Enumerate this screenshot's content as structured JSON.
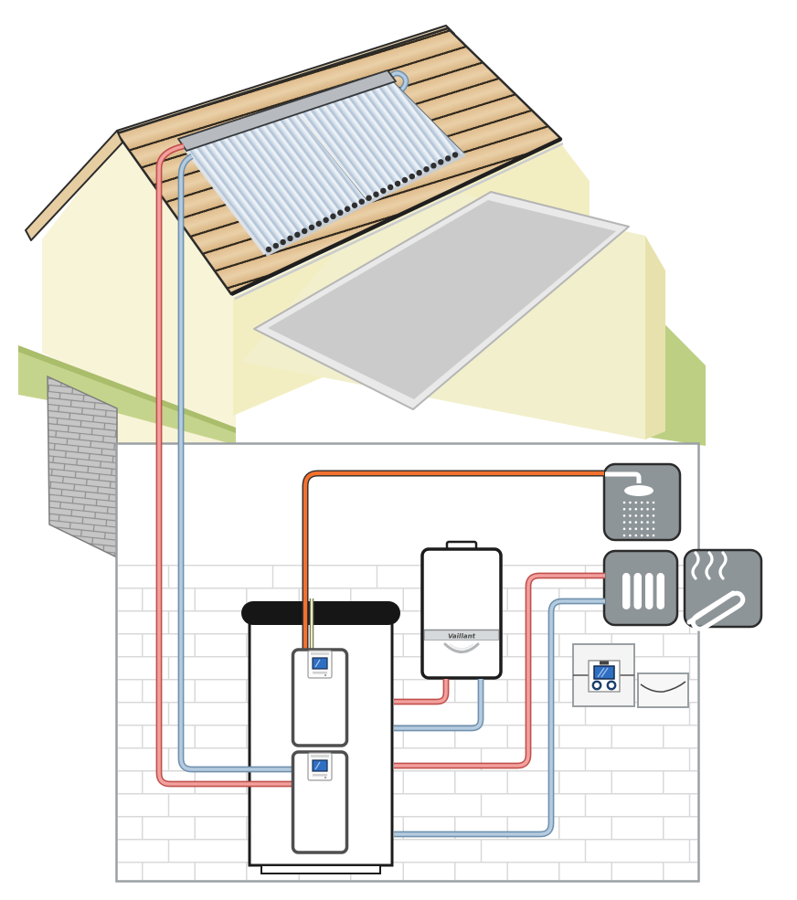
{
  "illustration": {
    "boiler": {
      "brand": "Vaillant"
    },
    "component_names": {
      "roof_collector": "vacuum-tube-collector",
      "flat_collector": "flat-plate-collector",
      "tank": "solar-storage-tank",
      "boiler": "wall-hung-gas-boiler",
      "controller": "system-controller",
      "sensor_box": "wall-sensor"
    },
    "icons": [
      "shower-icon",
      "radiator-icon",
      "underfloor-heating-icon"
    ],
    "colors": {
      "solar_flow_edge": "#c0504b",
      "solar_flow_core": "#f2a09e",
      "return_edge": "#7091ad",
      "return_core": "#b4cbe0",
      "dhw_edge": "#2e2e2e",
      "dhw_core": "#f2712e",
      "anode_core": "#ecedbc",
      "icon_bg": "#8e9599",
      "icon_border": "#2b2b2b",
      "roof_plank": "#e0bd8e",
      "wall_cream": "#f8f4d8",
      "lawn_green": "#c5d48c",
      "brick_gray": "#c6c6c6",
      "panel_border": "#9aa0a4",
      "screen_blue": "#2e6fc4"
    }
  }
}
